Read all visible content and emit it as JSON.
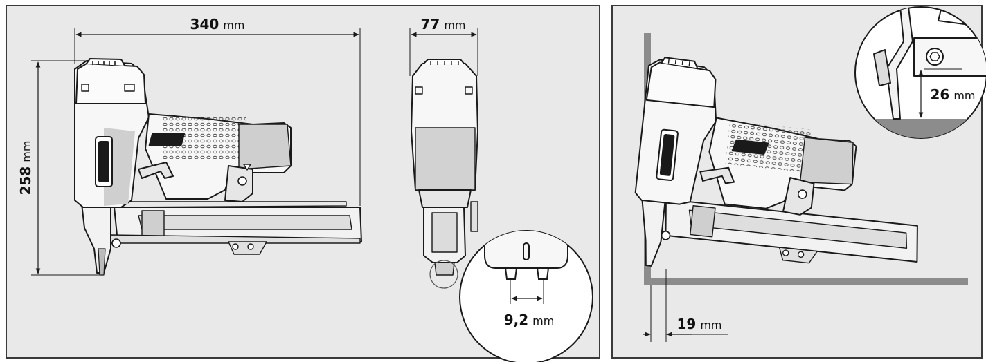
{
  "panels": {
    "left": {
      "dimensions": {
        "length": {
          "value": "340",
          "unit": "mm"
        },
        "height": {
          "value": "258",
          "unit": "mm"
        },
        "width": {
          "value": "77",
          "unit": "mm"
        },
        "crown": {
          "value": "9,2",
          "unit": "mm"
        }
      }
    },
    "right": {
      "dimensions": {
        "edge_distance": {
          "value": "19",
          "unit": "mm"
        },
        "nose_height": {
          "value": "26",
          "unit": "mm"
        }
      }
    }
  },
  "colors": {
    "panel_bg": "#e9e9e9",
    "body_light": "#f7f7f7",
    "body_shade": "#c9c9c9",
    "line": "#1a1a1a",
    "floor": "#8c8c8c"
  }
}
